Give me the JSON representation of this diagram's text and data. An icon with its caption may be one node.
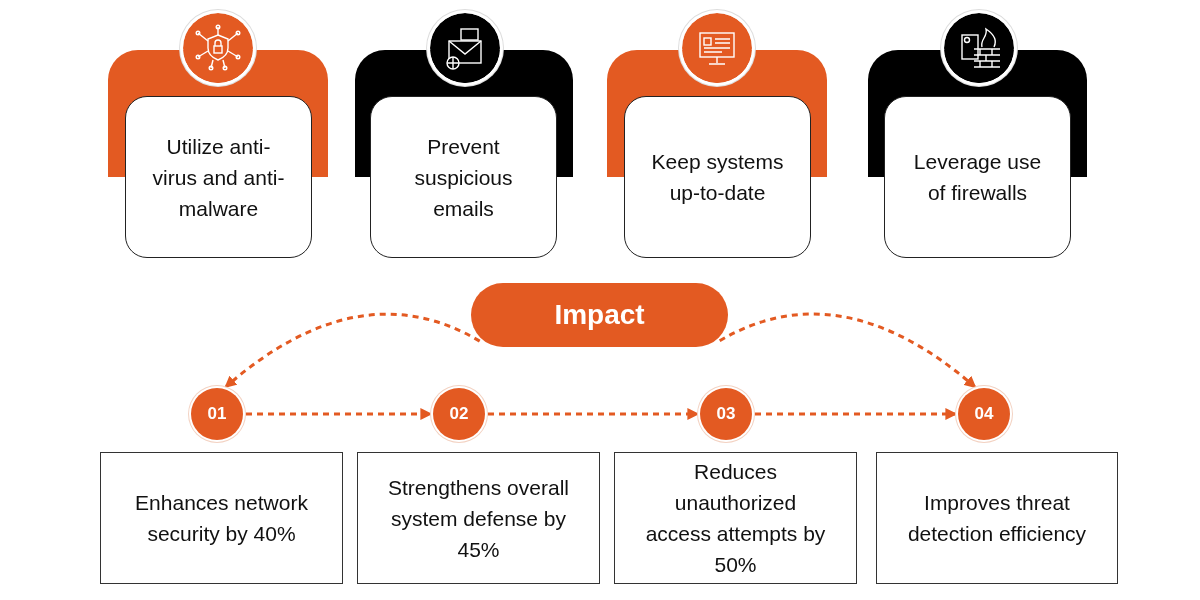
{
  "diagram": {
    "nodes": [
      {
        "text": [
          "Utilize anti-virus and anti-malware"
        ]
      },
      {
        "text": [
          "Prevent suspicious emails"
        ]
      },
      {
        "text": [
          "Keep systems up-to-date"
        ]
      },
      {
        "text": [
          "Leverage use of firewalls"
        ]
      },
      {
        "text": [
          "Impact"
        ]
      },
      {
        "text": [
          "01"
        ]
      },
      {
        "text": [
          "02"
        ]
      },
      {
        "text": [
          "03"
        ]
      },
      {
        "text": [
          "04"
        ]
      },
      {
        "text": [
          "Enhances network security by 40%"
        ]
      },
      {
        "text": [
          "Strengthens overall system defense by 45%"
        ]
      },
      {
        "text": [
          "Reduces unauthorized access attempts by 50%"
        ]
      },
      {
        "text": [
          "Improves threat detection efficiency"
        ]
      }
    ],
    "edges": [
      {
        "from": 4,
        "to": 5,
        "arrow": "to",
        "style": "dashed"
      },
      {
        "from": 4,
        "to": 8,
        "arrow": "to",
        "style": "dashed"
      },
      {
        "from": 5,
        "to": 6,
        "arrow": "to",
        "style": "dashed"
      },
      {
        "from": 6,
        "to": 7,
        "arrow": "to",
        "style": "dashed"
      },
      {
        "from": 7,
        "to": 8,
        "arrow": "to",
        "style": "dashed"
      }
    ]
  }
}
